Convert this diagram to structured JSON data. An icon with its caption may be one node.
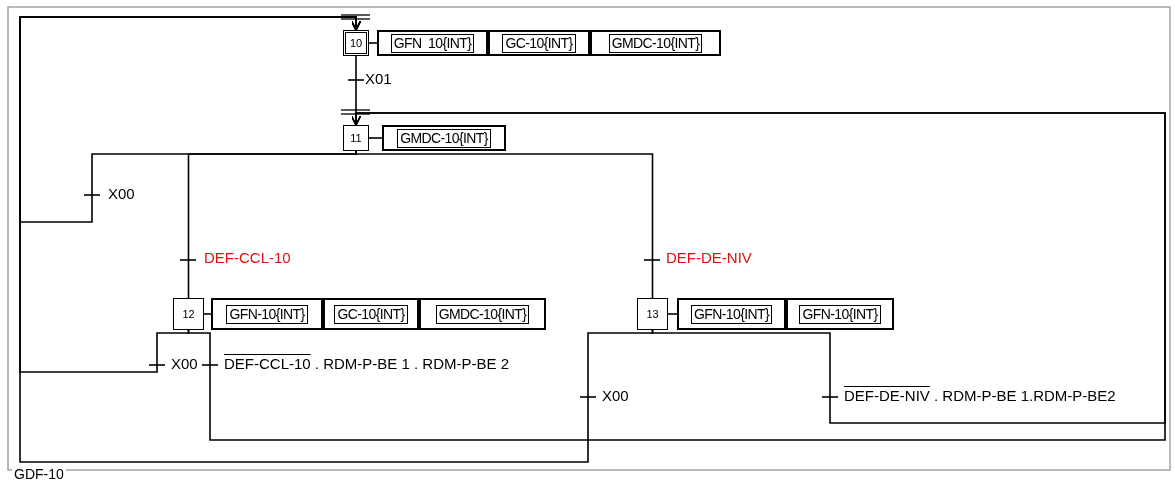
{
  "diagram": {
    "nodes": [
      {
        "text": [
          "10"
        ]
      },
      {
        "text": [
          "GFN  10{INT}"
        ]
      },
      {
        "text": [
          "GC-10{INT}"
        ]
      },
      {
        "text": [
          "GMDC-10{INT}"
        ]
      },
      {
        "text": [
          "11"
        ]
      },
      {
        "text": [
          "GMDC-10{INT}"
        ]
      },
      {
        "text": [
          "12"
        ]
      },
      {
        "text": [
          "GFN-10{INT}"
        ]
      },
      {
        "text": [
          "GC-10{INT}"
        ]
      },
      {
        "text": [
          "GMDC-10{INT}"
        ]
      },
      {
        "text": [
          "13"
        ]
      },
      {
        "text": [
          "GFN-10{INT}"
        ]
      },
      {
        "text": [
          "GFN-10{INT}"
        ]
      }
    ],
    "edges": [
      {
        "from": 0,
        "to": 4,
        "arrow": "none",
        "label": "X01"
      },
      {
        "from": 4,
        "to": 6,
        "arrow": "none",
        "label": "DEF-CCL-10"
      },
      {
        "from": 4,
        "to": 10,
        "arrow": "none",
        "label": "DEF-DE-NIV"
      },
      {
        "from": 4,
        "to": 0,
        "arrow": "to",
        "label": "X00"
      },
      {
        "from": 6,
        "to": 0,
        "arrow": "to",
        "label": "X00"
      },
      {
        "from": 6,
        "to": 4,
        "arrow": "to",
        "label": "DEF-CCL-10 . RDM-P-BE 1 . RDM-P-BE 2"
      },
      {
        "from": 10,
        "to": 0,
        "arrow": "to",
        "label": "X00"
      },
      {
        "from": 10,
        "to": 4,
        "arrow": "to",
        "label": "DEF-DE-NIV . RDM-P-BE 1.RDM-P-BE2"
      },
      {
        "from": 0,
        "to": 1,
        "arrow": "none"
      },
      {
        "from": 4,
        "to": 5,
        "arrow": "none"
      },
      {
        "from": 6,
        "to": 7,
        "arrow": "none"
      },
      {
        "from": 10,
        "to": 11,
        "arrow": "none"
      }
    ],
    "labels": [
      "GDF-10"
    ]
  }
}
